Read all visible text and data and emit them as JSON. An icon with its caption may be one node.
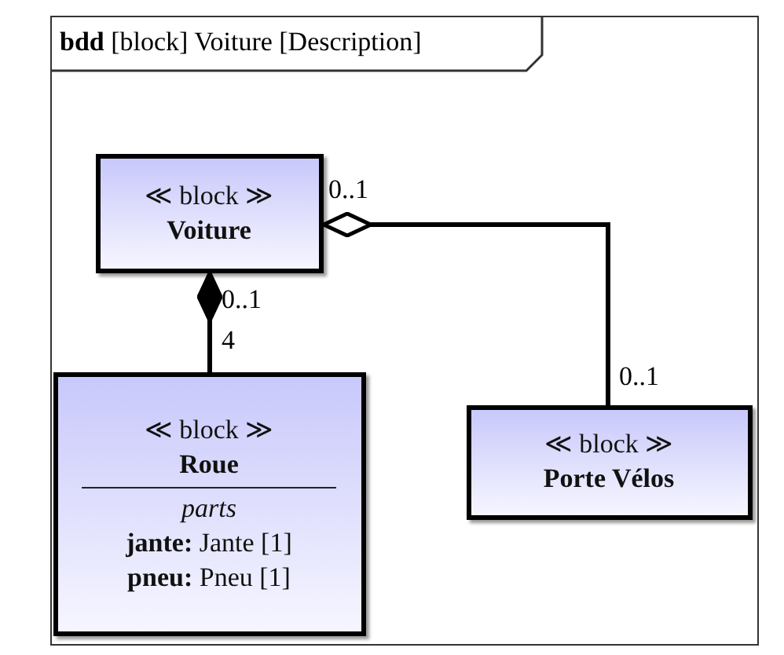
{
  "diagram": {
    "nodes": [
      {
        "text": [
          "**bdd** [block] Voiture [Description]"
        ]
      },
      {
        "text": [
          "≪ block ≫",
          "Voiture"
        ],
        "in": 0
      },
      {
        "text": [
          "≪ block ≫",
          "Roue",
          "parts",
          "**jante:** Jante [1]",
          "**pneu:** Pneu [1]"
        ],
        "in": 0
      },
      {
        "text": [
          "≪ block ≫",
          "Porte Vélos"
        ],
        "in": 0
      }
    ],
    "edges": [
      {
        "from": 2,
        "to": 1,
        "arrow": "other"
      },
      {
        "from": 3,
        "to": 1,
        "arrow": "other"
      }
    ],
    "labels": [
      "0..1",
      "0..1",
      "4",
      "0..1"
    ]
  }
}
